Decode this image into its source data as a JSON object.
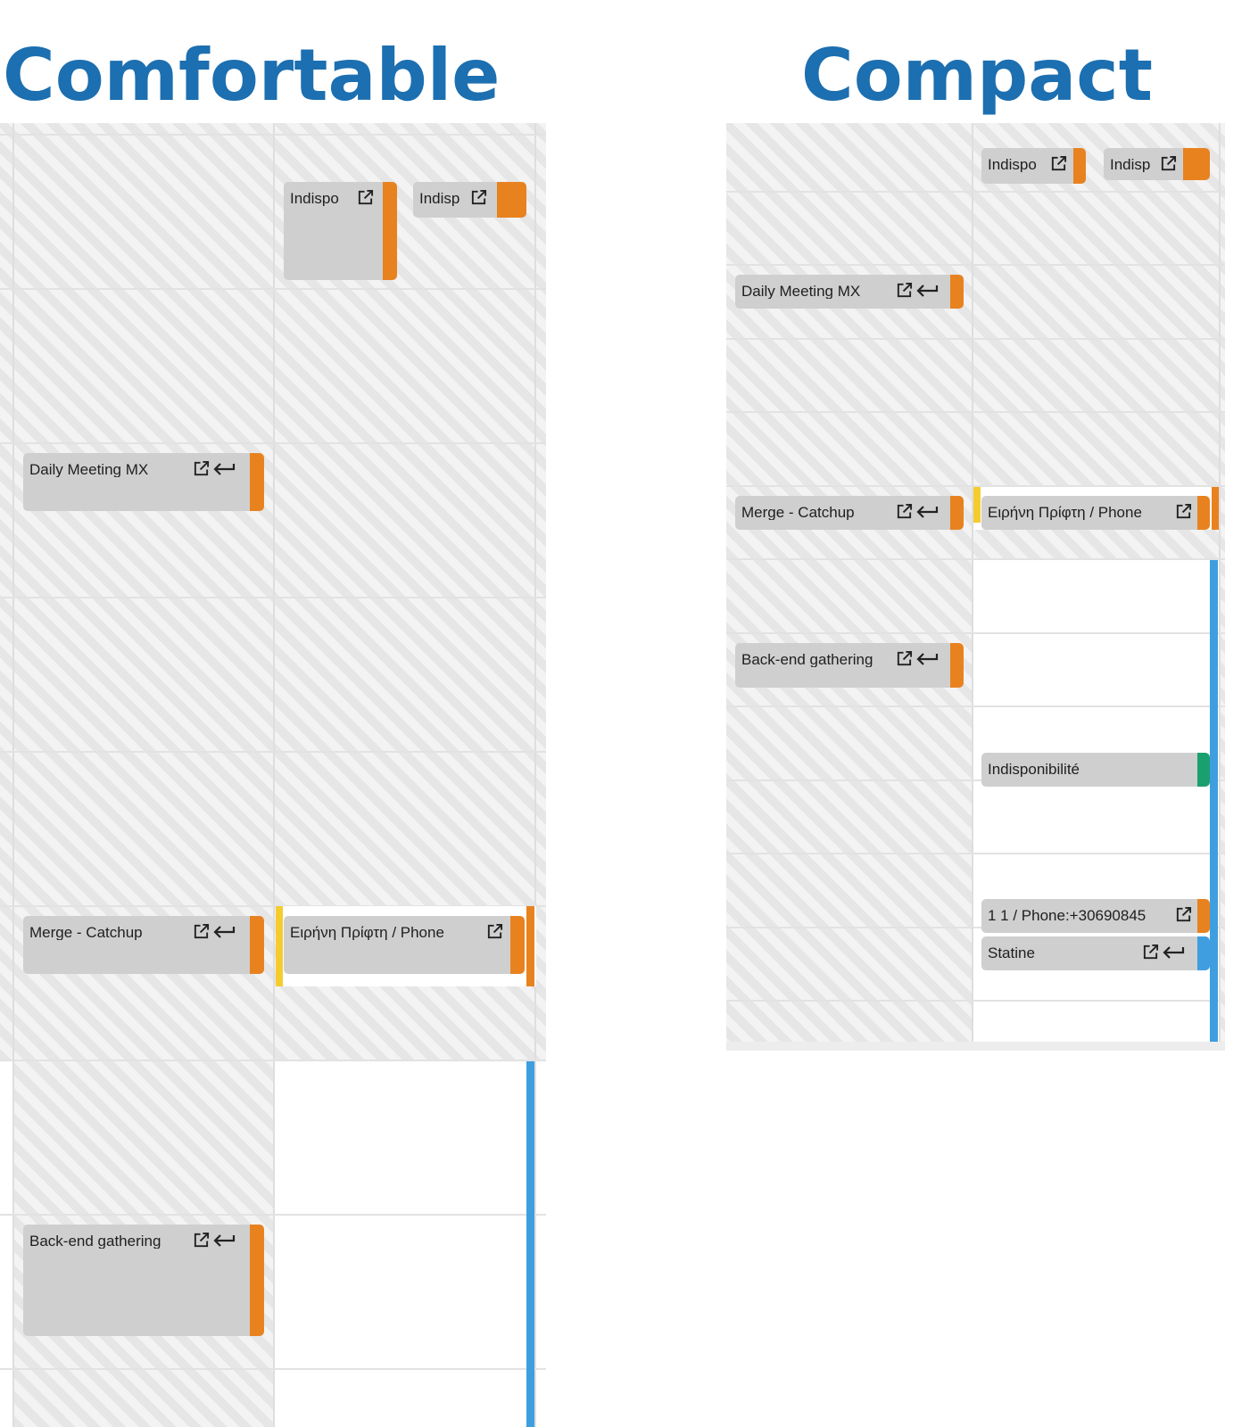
{
  "titles": {
    "comfortable": "Comfortable",
    "compact": "Compact"
  },
  "colors": {
    "orange": "#e8821f",
    "blue": "#3e9ee0",
    "green": "#1aa06e",
    "yellow": "#f5cc30",
    "title": "#1c6fb0"
  },
  "comfortable": {
    "events": [
      {
        "label": "Indispo"
      },
      {
        "label": "Indisp"
      },
      {
        "label": "Daily Meeting MX"
      },
      {
        "label": "Merge - Catchup"
      },
      {
        "label": "Ειρήνη Πρίφτη / Phone"
      },
      {
        "label": "Back-end gathering"
      }
    ]
  },
  "compact": {
    "events": [
      {
        "label": "Indispo"
      },
      {
        "label": "Indisp"
      },
      {
        "label": "Daily Meeting MX"
      },
      {
        "label": "Merge - Catchup"
      },
      {
        "label": "Ειρήνη Πρίφτη / Phone"
      },
      {
        "label": "Back-end gathering"
      },
      {
        "label": "Indisponibilité"
      },
      {
        "label": "1 1 / Phone:+30690845"
      },
      {
        "label": "Statine"
      }
    ]
  },
  "icons": {
    "open": "external-link-icon",
    "reply": "return-arrow-icon"
  }
}
